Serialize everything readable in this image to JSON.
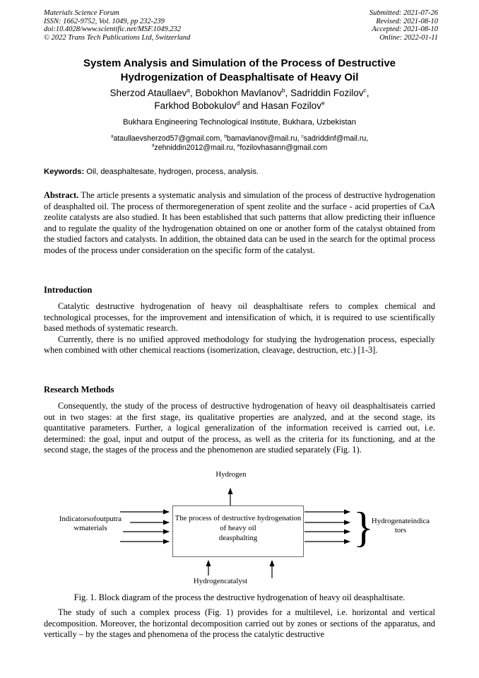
{
  "header": {
    "left": [
      "Materials Science Forum",
      "ISSN: 1662-9752, Vol. 1049, pp 232-239",
      "doi:10.4028/www.scientific.net/MSF.1049.232",
      "© 2022 Trans Tech Publications Ltd, Switzerland"
    ],
    "right": [
      "Submitted: 2021-07-26",
      "Revised: 2021-08-10",
      "Accepted: 2021-08-10",
      "Online: 2022-01-11"
    ]
  },
  "title": {
    "line1": "System Analysis and Simulation of the Process of Destructive",
    "line2": "Hydrogenization of Deasphaltisate of Heavy Oil"
  },
  "authors": {
    "l1p1": "Sherzod Ataullaev",
    "l1s1": "a",
    "l1p2": ", Bobokhon Mavlanov",
    "l1s2": "b",
    "l1p3": ", Sadriddin Fozilov",
    "l1s3": "c",
    "l1p4": ",",
    "l2p1": "Farkhod Bobokulov",
    "l2s1": "d",
    "l2p2": " and Hasan Fozilov",
    "l2s2": "e"
  },
  "affiliation": "Bukhara Engineering Technological Institute, Bukhara, Uzbekistan",
  "emails": {
    "s_a": "a",
    "t1": "ataullaevsherzod57@gmail.com, ",
    "s_b": "b",
    "t2": "bamavlanov@mail.ru, ",
    "s_c": "c",
    "t3": "sadriddinf@mail.ru,",
    "s_d": "d",
    "t4": "zehniddin2012@mail.ru, ",
    "s_e": "e",
    "t5": "fozilovhasann@gmail.com"
  },
  "keywords": {
    "label": "Keywords:",
    "text": " Oil, deasphaltesate, hydrogen, process, analysis."
  },
  "abstract": {
    "label": "Abstract.",
    "text": " The article presents a systematic analysis and simulation of the process of destructive hydrogenation of deasphalted oil. The process of thermoregeneration of spent zeolite and the surface - acid properties of CaA zeolite catalysts are also studied. It has been established that such patterns that allow predicting their influence and to regulate the quality of the hydrogenation obtained on one or another form of the catalyst obtained from the studied factors and catalysts. In addition, the obtained data can be used in the search for the optimal process modes of the process under consideration on the specific form of the catalyst."
  },
  "introduction": {
    "heading": "Introduction",
    "p1": "Catalytic destructive hydrogenation of heavy oil deasphaltisate refers to complex chemical and technological processes, for the improvement and intensification of which, it is required to use scientifically based methods of systematic research.",
    "p2": "Currently, there is no unified approved methodology for studying the hydrogenation process, especially when combined with other chemical reactions (isomerization, cleavage, destruction, etc.) [1-3]."
  },
  "research_methods": {
    "heading": "Research Methods",
    "p1": "Consequently, the study of the process of destructive hydrogenation of heavy oil deasphaltisateis carried out in two stages: at the first stage, its qualitative properties are analyzed, and at the second stage, its quantitative parameters. Further, a logical generalization of the information received is carried out, i.e. determined: the goal, input and output of the process, as well as the criteria for its functioning, and at the second stage, the stages of the process and the phenomenon are studied separately (Fig. 1)."
  },
  "figure": {
    "hydrogen_label": "Hydrogen",
    "left_label_line1": "Indicatorsofoutputra",
    "left_label_line2": "wmaterials",
    "box_line1": "The process of destructive hydrogenation",
    "box_line2": "of heavy oil",
    "box_line3": "deasphalting",
    "brace": "}",
    "right_label_line1": "Hydrogenateindica",
    "right_label_line2": "tors",
    "bottom_label": "Hydrogencatalyst",
    "caption": "Fig. 1. Block diagram of the process the destructive hydrogenation of heavy oil deasphaltisate."
  },
  "closing": {
    "p1": "The study of such a complex process (Fig. 1) provides for a multilevel, i.e. horizontal and vertical decomposition. Moreover, the horizontal decomposition carried out by zones or sections of the apparatus, and vertically – by the stages and phenomena of the process the catalytic destructive"
  }
}
